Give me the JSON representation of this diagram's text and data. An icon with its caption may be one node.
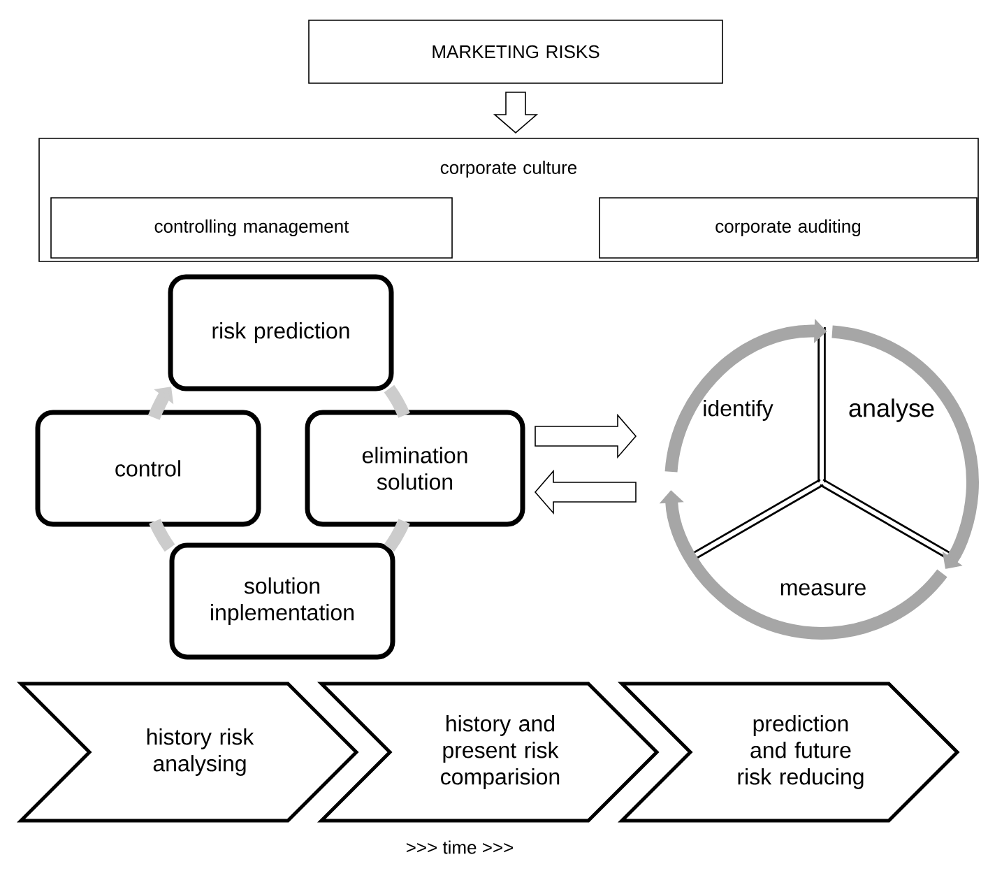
{
  "diagram": {
    "nodes": [
      {
        "text": [
          "MARKETING RISKS"
        ]
      },
      {
        "text": [
          "corporate culture"
        ]
      },
      {
        "text": [
          "controlling management"
        ],
        "in": 1
      },
      {
        "text": [
          "corporate auditing"
        ],
        "in": 1
      },
      {
        "text": [
          "risk prediction"
        ]
      },
      {
        "text": [
          "control"
        ]
      },
      {
        "text": [
          "elimination solution"
        ]
      },
      {
        "text": [
          "solution inplementation"
        ]
      },
      {
        "text": [
          "identify"
        ]
      },
      {
        "text": [
          "analyse"
        ]
      },
      {
        "text": [
          "measure"
        ]
      },
      {
        "text": [
          "history risk analysing"
        ]
      },
      {
        "text": [
          "history and present risk comparision"
        ]
      },
      {
        "text": [
          "prediction and future risk reducing"
        ]
      }
    ],
    "edges": [
      {
        "from": 0,
        "to": 1,
        "arrow": "to"
      },
      {
        "from": 5,
        "to": 4,
        "arrow": "to",
        "color": "#cccccc"
      },
      {
        "from": 4,
        "to": 6,
        "arrow": "none",
        "color": "#cccccc"
      },
      {
        "from": 6,
        "to": 7,
        "arrow": "none",
        "color": "#cccccc"
      },
      {
        "from": 7,
        "to": 5,
        "arrow": "none",
        "color": "#cccccc"
      },
      {
        "from": 6,
        "to": 8,
        "arrow": "to"
      },
      {
        "from": 8,
        "to": 6,
        "arrow": "to"
      },
      {
        "from": 8,
        "to": 9,
        "arrow": "to",
        "color": "#a6a6a6"
      },
      {
        "from": 9,
        "to": 10,
        "arrow": "to",
        "color": "#a6a6a6"
      },
      {
        "from": 10,
        "to": 8,
        "arrow": "to",
        "color": "#a6a6a6"
      }
    ],
    "labels": [
      ">>> time >>>"
    ]
  }
}
